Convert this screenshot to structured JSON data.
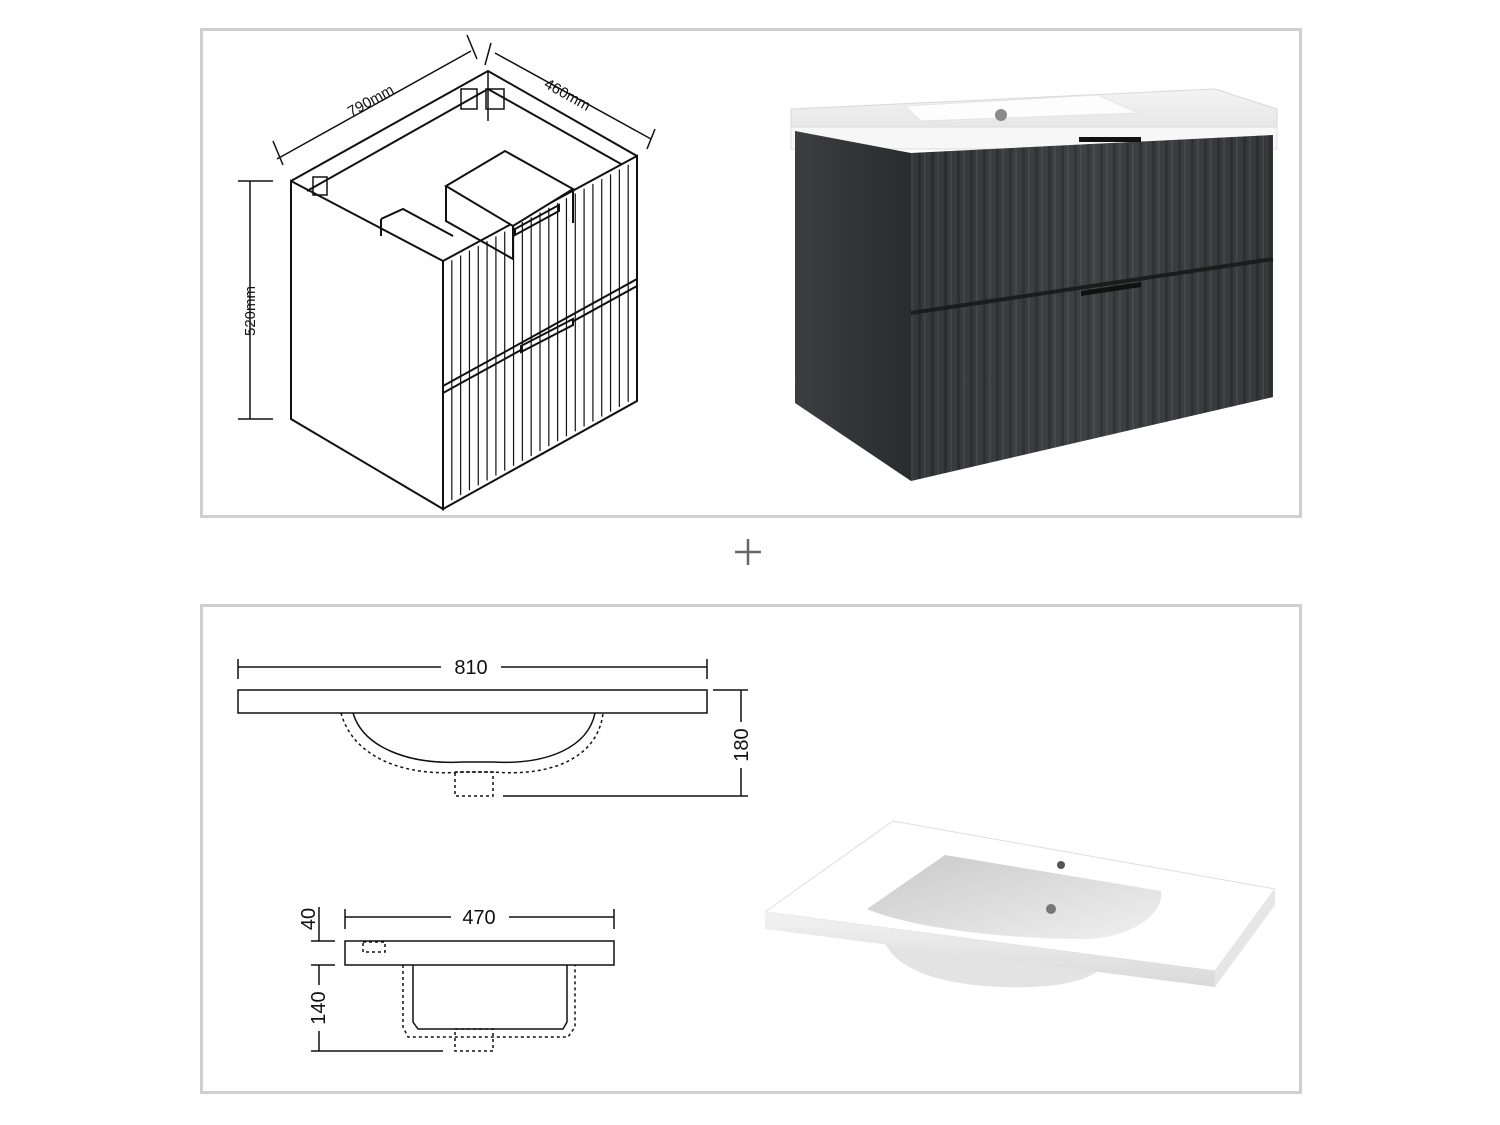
{
  "cabinet_drawing": {
    "width_label": "790mm",
    "depth_label": "460mm",
    "height_label": "520mm"
  },
  "separator": {
    "symbol": "+"
  },
  "basin_front_drawing": {
    "width_label": "810",
    "height_label": "180"
  },
  "basin_side_drawing": {
    "depth_label": "470",
    "rim_label": "40",
    "bowl_label": "140"
  },
  "colors": {
    "cabinet_finish": "#3a3b3d",
    "basin_white": "#ffffff",
    "panel_border": "#cfcfcf"
  }
}
